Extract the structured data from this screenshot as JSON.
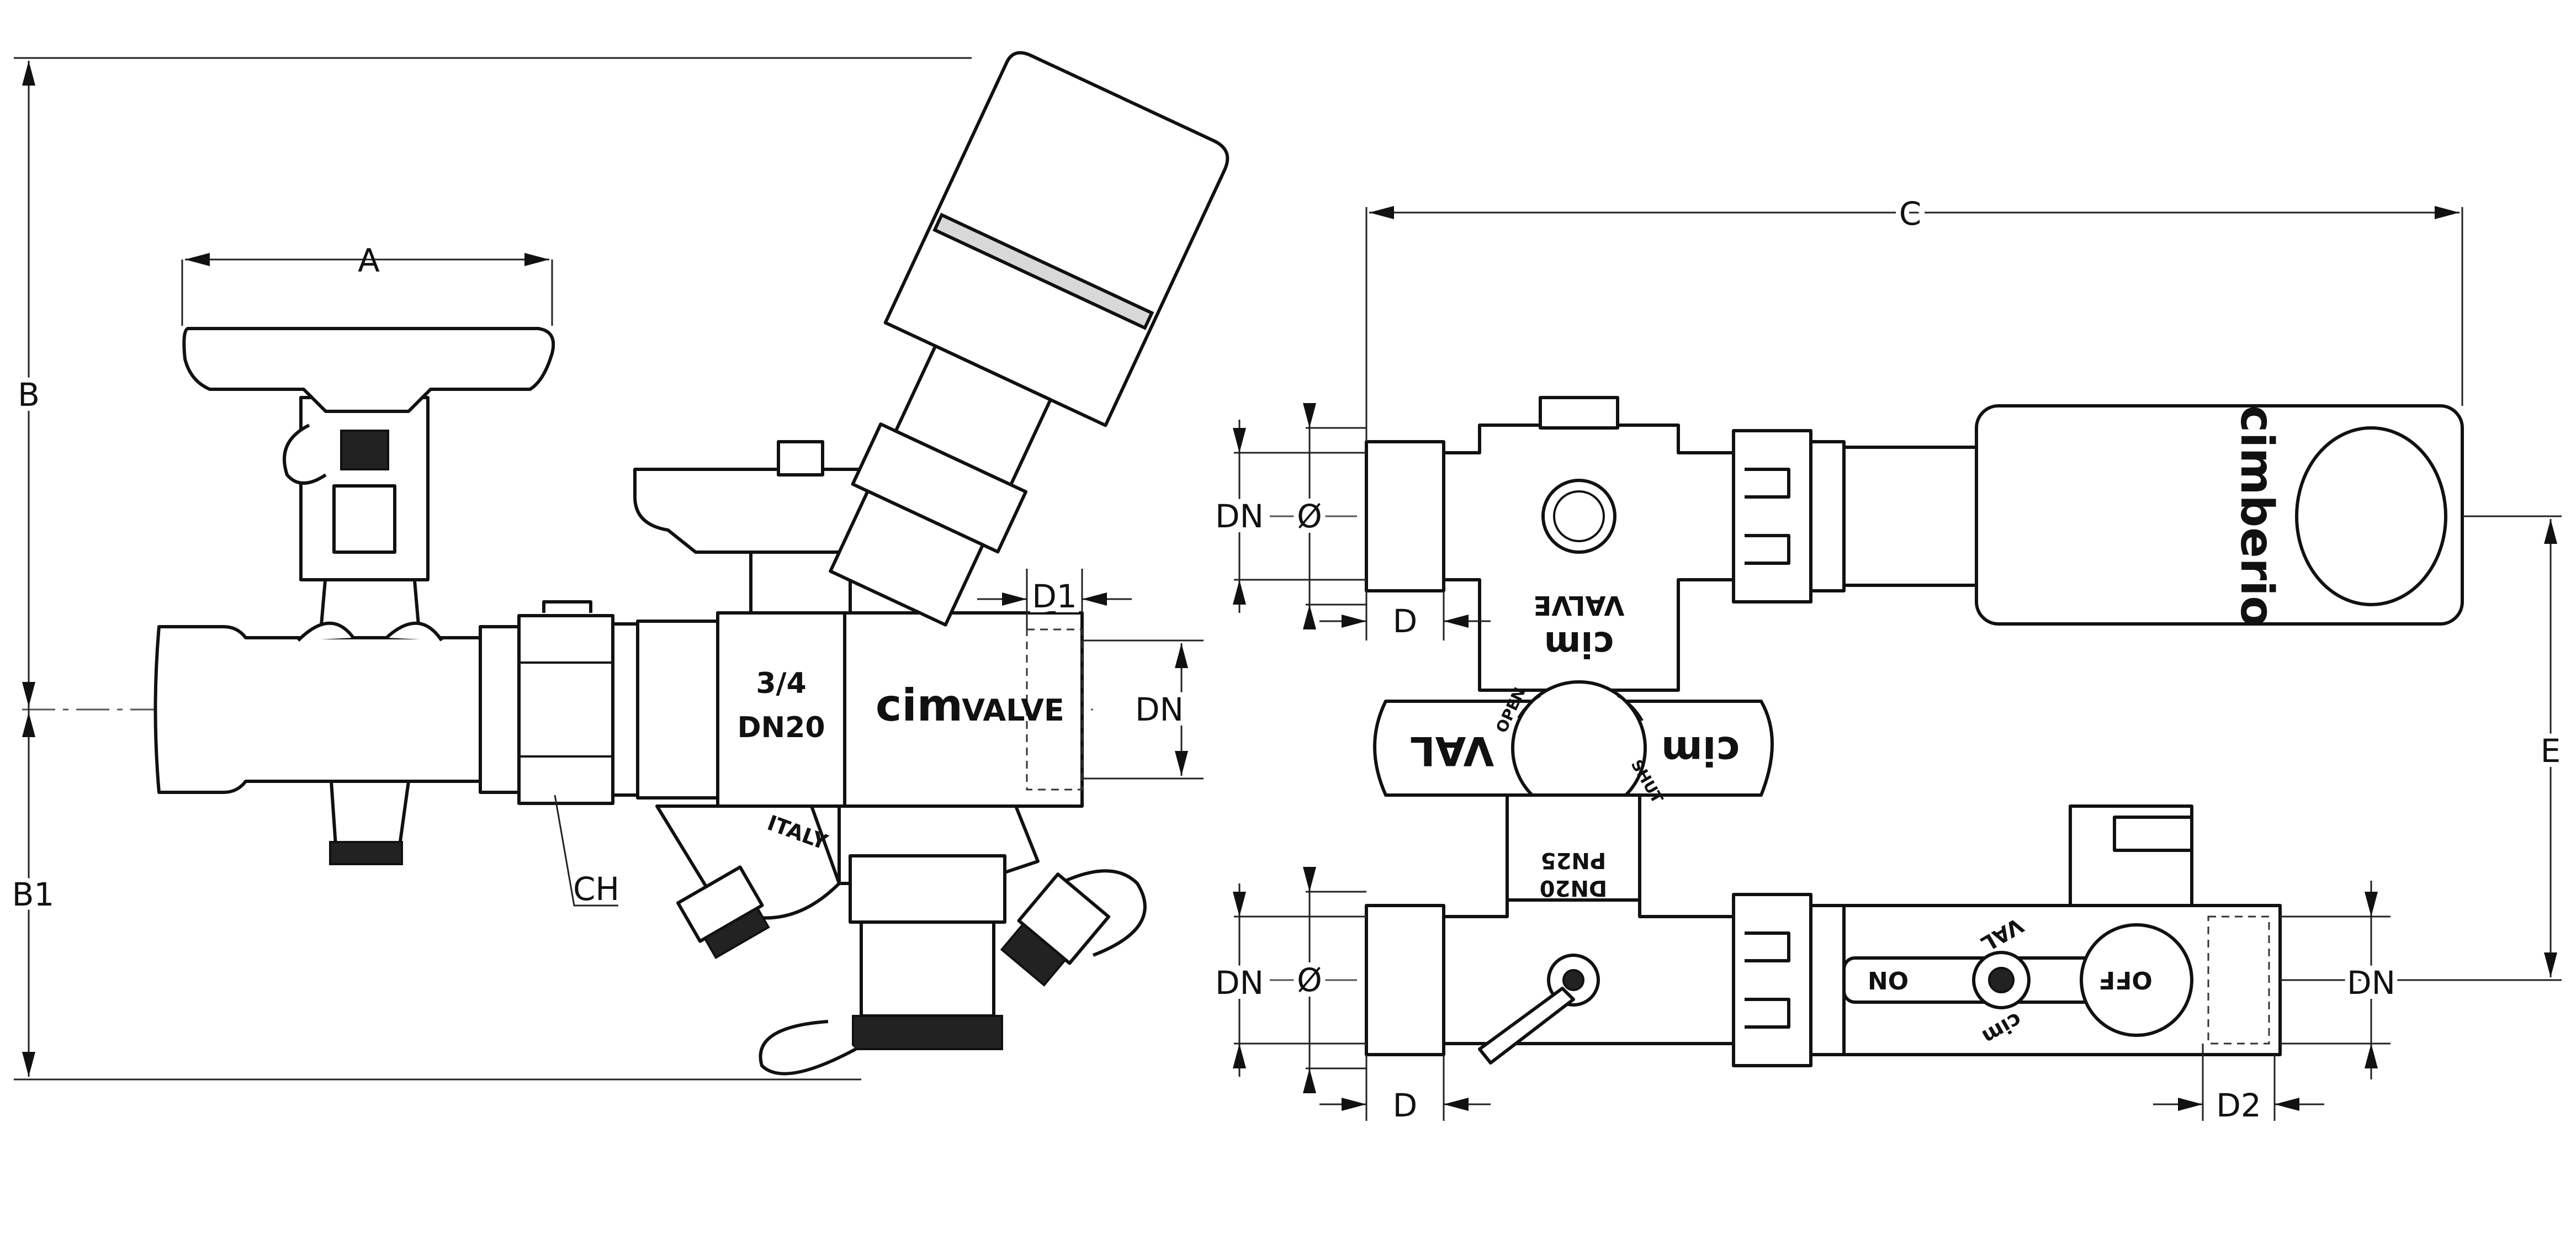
{
  "dimensions": {
    "A": "A",
    "B": "B",
    "B1": "B1",
    "C": "C",
    "CH": "CH",
    "D": "D",
    "D1": "D1",
    "D2": "D2",
    "DN": "DN",
    "E": "E",
    "diameter": "Ø"
  },
  "markings": {
    "size_inch": "3/4",
    "size_dn": "DN20",
    "brand_cim": "cim",
    "brand_valve": "VALVE",
    "handle_val": "VAL",
    "handle_open": "OPEN",
    "handle_shut": "SHUT",
    "body_pn": "PN25",
    "body_dn": "DN20",
    "actuator_brand": "cimberio",
    "ball_on": "ON",
    "ball_off": "OFF",
    "body_italy": "ITALY"
  },
  "colors": {
    "line": "#111111",
    "background": "#ffffff",
    "shade": "#d8d8d8"
  }
}
